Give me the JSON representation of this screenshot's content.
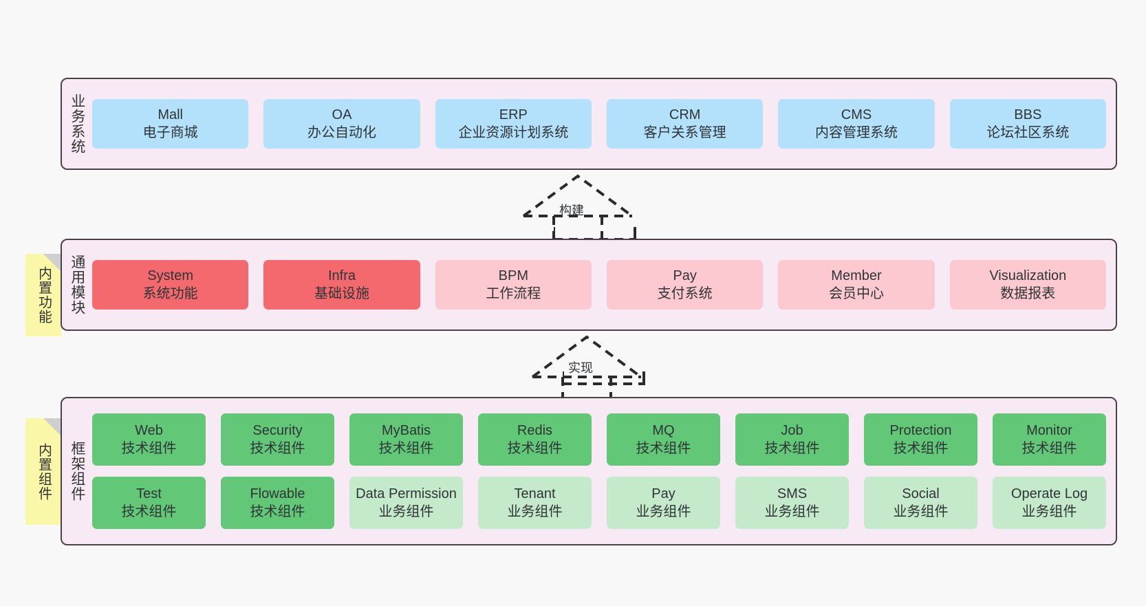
{
  "page": {
    "background": "#f8f8f8",
    "container_fill": "#f7eaf4",
    "container_stroke": "#4a414b"
  },
  "notes": [
    {
      "id": "builtin-func",
      "text": "内置功能",
      "color": "#fbf7a8"
    },
    {
      "id": "builtin-comp",
      "text": "内置组件",
      "color": "#fbf7a8"
    }
  ],
  "connectors": [
    {
      "id": "build",
      "label": "构建",
      "style": "dashed-hollow-arrow-up"
    },
    {
      "id": "impl",
      "label": "实现",
      "style": "dashed-hollow-arrow-up"
    }
  ],
  "layers": [
    {
      "id": "business",
      "label": "业务系统",
      "rows": [
        {
          "nodes": [
            {
              "title": "Mall",
              "subtitle": "电子商城",
              "color": "#b3e0fb",
              "tone": "blue"
            },
            {
              "title": "OA",
              "subtitle": "办公自动化",
              "color": "#b3e0fb",
              "tone": "blue"
            },
            {
              "title": "ERP",
              "subtitle": "企业资源计划系统",
              "color": "#b3e0fb",
              "tone": "blue"
            },
            {
              "title": "CRM",
              "subtitle": "客户关系管理",
              "color": "#b3e0fb",
              "tone": "blue"
            },
            {
              "title": "CMS",
              "subtitle": "内容管理系统",
              "color": "#b3e0fb",
              "tone": "blue"
            },
            {
              "title": "BBS",
              "subtitle": "论坛社区系统",
              "color": "#b3e0fb",
              "tone": "blue"
            }
          ]
        }
      ]
    },
    {
      "id": "common",
      "label": "通用模块",
      "rows": [
        {
          "nodes": [
            {
              "title": "System",
              "subtitle": "系统功能",
              "color": "#f4696e",
              "tone": "red"
            },
            {
              "title": "Infra",
              "subtitle": "基础设施",
              "color": "#f4696e",
              "tone": "red"
            },
            {
              "title": "BPM",
              "subtitle": "工作流程",
              "color": "#fcc9d1",
              "tone": "pink"
            },
            {
              "title": "Pay",
              "subtitle": "支付系统",
              "color": "#fcc9d1",
              "tone": "pink"
            },
            {
              "title": "Member",
              "subtitle": "会员中心",
              "color": "#fcc9d1",
              "tone": "pink"
            },
            {
              "title": "Visualization",
              "subtitle": "数据报表",
              "color": "#fcc9d1",
              "tone": "pink"
            }
          ]
        }
      ]
    },
    {
      "id": "framework",
      "label": "框架组件",
      "rows": [
        {
          "nodes": [
            {
              "title": "Web",
              "subtitle": "技术组件",
              "color": "#62c878",
              "tone": "green"
            },
            {
              "title": "Security",
              "subtitle": "技术组件",
              "color": "#62c878",
              "tone": "green"
            },
            {
              "title": "MyBatis",
              "subtitle": "技术组件",
              "color": "#62c878",
              "tone": "green"
            },
            {
              "title": "Redis",
              "subtitle": "技术组件",
              "color": "#62c878",
              "tone": "green"
            },
            {
              "title": "MQ",
              "subtitle": "技术组件",
              "color": "#62c878",
              "tone": "green"
            },
            {
              "title": "Job",
              "subtitle": "技术组件",
              "color": "#62c878",
              "tone": "green"
            },
            {
              "title": "Protection",
              "subtitle": "技术组件",
              "color": "#62c878",
              "tone": "green"
            },
            {
              "title": "Monitor",
              "subtitle": "技术组件",
              "color": "#62c878",
              "tone": "green"
            }
          ]
        },
        {
          "nodes": [
            {
              "title": "Test",
              "subtitle": "技术组件",
              "color": "#62c878",
              "tone": "green"
            },
            {
              "title": "Flowable",
              "subtitle": "技术组件",
              "color": "#62c878",
              "tone": "green"
            },
            {
              "title": "Data Permission",
              "subtitle": "业务组件",
              "color": "#c5e9cb",
              "tone": "lightgreen"
            },
            {
              "title": "Tenant",
              "subtitle": "业务组件",
              "color": "#c5e9cb",
              "tone": "lightgreen"
            },
            {
              "title": "Pay",
              "subtitle": "业务组件",
              "color": "#c5e9cb",
              "tone": "lightgreen"
            },
            {
              "title": "SMS",
              "subtitle": "业务组件",
              "color": "#c5e9cb",
              "tone": "lightgreen"
            },
            {
              "title": "Social",
              "subtitle": "业务组件",
              "color": "#c5e9cb",
              "tone": "lightgreen"
            },
            {
              "title": "Operate Log",
              "subtitle": "业务组件",
              "color": "#c5e9cb",
              "tone": "lightgreen"
            }
          ]
        }
      ]
    }
  ]
}
